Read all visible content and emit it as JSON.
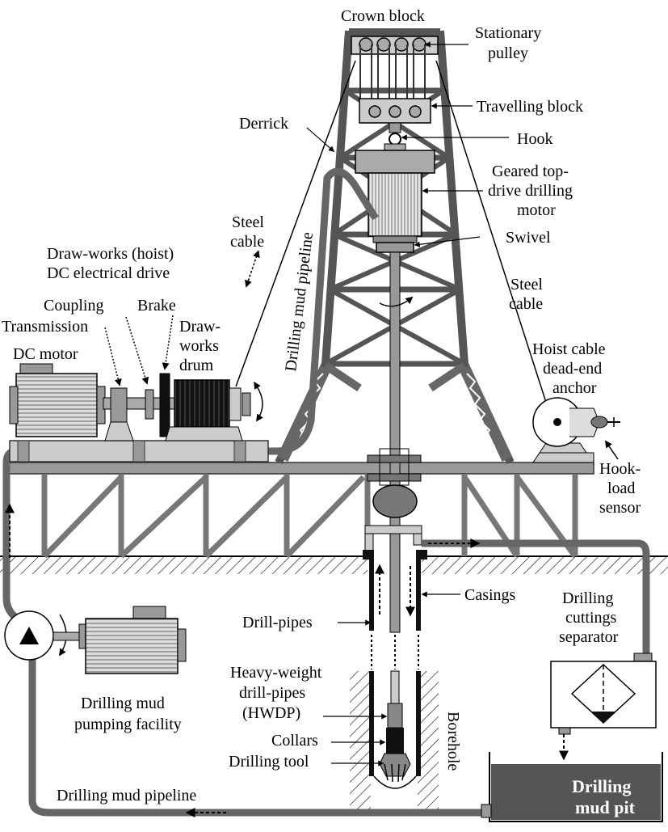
{
  "diagram": {
    "labels": {
      "crown_block": "Crown block",
      "stationary_pulley": [
        "Stationary",
        "pulley"
      ],
      "travelling_block": "Travelling block",
      "hook": "Hook",
      "derrick": "Derrick",
      "top_drive_motor": [
        "Geared top-",
        "drive drilling",
        "motor"
      ],
      "swivel": "Swivel",
      "steel_cable_left": [
        "Steel",
        "cable"
      ],
      "steel_cable_right": [
        "Steel",
        "cable"
      ],
      "drawworks_drive": [
        "Draw-works (hoist)",
        "DC electrical drive"
      ],
      "coupling": "Coupling",
      "brake": "Brake",
      "transmission": "Transmission",
      "dc_motor": "DC motor",
      "drawworks_drum": [
        "Draw-",
        "works",
        "drum"
      ],
      "mud_pipeline_vertical": "Drilling mud pipeline",
      "hoist_anchor": [
        "Hoist cable",
        "dead-end",
        "anchor"
      ],
      "hookload_sensor": [
        "Hook-",
        "load",
        "sensor"
      ],
      "casings": "Casings",
      "drill_pipes": "Drill-pipes",
      "cuttings_separator": [
        "Drilling",
        "cuttings",
        "separator"
      ],
      "hwdp": [
        "Heavy-weight",
        "drill-pipes",
        "(HWDP)"
      ],
      "collars": "Collars",
      "drilling_tool": "Drilling tool",
      "borehole": "Borehole",
      "pumping_facility": [
        "Drilling mud",
        "pumping facility"
      ],
      "mud_pipeline_bottom": "Drilling mud pipeline",
      "mud_pit": [
        "Drilling",
        "mud pit"
      ]
    }
  }
}
